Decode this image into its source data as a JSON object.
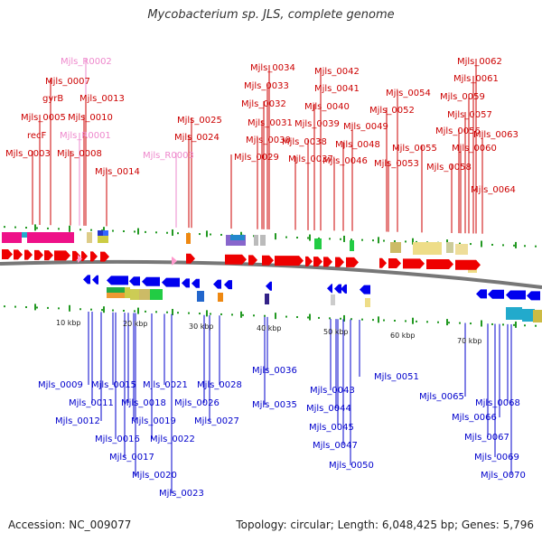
{
  "title": "Mycobacterium sp. JLS, complete genome",
  "footer": {
    "accession": "Accession: NC_009077",
    "stats": "Topology: circular; Length: 6,048,425 bp; Genes: 5,796"
  },
  "colors": {
    "top_label": "#cc0000",
    "rna_label": "#ee88cc",
    "bottom_label": "#0000cc",
    "forward_gene": "#ee0000",
    "reverse_gene": "#0000ee",
    "rna_gene": "#ff99cc",
    "backbone": "#777777",
    "tick": "#229922"
  },
  "top_labels": [
    {
      "text": "Mjls_R0002",
      "rna": true
    },
    {
      "text": "Mjls_0007",
      "rna": false
    },
    {
      "text": "gyrB",
      "rna": false
    },
    {
      "text": "Mjls_0013",
      "rna": false
    },
    {
      "text": "Mjls_0005",
      "rna": false
    },
    {
      "text": "Mjls_0010",
      "rna": false
    },
    {
      "text": "recF",
      "rna": false
    },
    {
      "text": "Mjls_R0001",
      "rna": true
    },
    {
      "text": "Mjls_0003",
      "rna": false
    },
    {
      "text": "Mjls_0008",
      "rna": false
    },
    {
      "text": "Mjls_0014",
      "rna": false
    },
    {
      "text": "Mjls_0025",
      "rna": false
    },
    {
      "text": "Mjls_0024",
      "rna": false
    },
    {
      "text": "Mjls_R0003",
      "rna": true
    },
    {
      "text": "Mjls_0034",
      "rna": false
    },
    {
      "text": "Mjls_0033",
      "rna": false
    },
    {
      "text": "Mjls_0032",
      "rna": false
    },
    {
      "text": "Mjls_0031",
      "rna": false
    },
    {
      "text": "Mjls_0030",
      "rna": false
    },
    {
      "text": "Mjls_0029",
      "rna": false
    },
    {
      "text": "Mjls_0042",
      "rna": false
    },
    {
      "text": "Mjls_0041",
      "rna": false
    },
    {
      "text": "Mjls_0040",
      "rna": false
    },
    {
      "text": "Mjls_0039",
      "rna": false
    },
    {
      "text": "Mjls_0038",
      "rna": false
    },
    {
      "text": "Mjls_0037",
      "rna": false
    },
    {
      "text": "Mjls_0049",
      "rna": false
    },
    {
      "text": "Mjls_0048",
      "rna": false
    },
    {
      "text": "Mjls_0046",
      "rna": false
    },
    {
      "text": "Mjls_0054",
      "rna": false
    },
    {
      "text": "Mjls_0052",
      "rna": false
    },
    {
      "text": "Mjls_0055",
      "rna": false
    },
    {
      "text": "Mjls_0053",
      "rna": false
    },
    {
      "text": "Mjls_0062",
      "rna": false
    },
    {
      "text": "Mjls_0061",
      "rna": false
    },
    {
      "text": "Mjls_0059",
      "rna": false
    },
    {
      "text": "Mjls_0057",
      "rna": false
    },
    {
      "text": "Mjls_0056",
      "rna": false
    },
    {
      "text": "Mjls_0060",
      "rna": false
    },
    {
      "text": "Mjls_0058",
      "rna": false
    },
    {
      "text": "Mjls_0063",
      "rna": false
    },
    {
      "text": "Mjls_0064",
      "rna": false
    }
  ],
  "bottom_labels": [
    "Mjls_0009",
    "Mjls_0011",
    "Mjls_0012",
    "Mjls_0015",
    "Mjls_0018",
    "Mjls_0016",
    "Mjls_0017",
    "Mjls_0019",
    "Mjls_0021",
    "Mjls_0020",
    "Mjls_0022",
    "Mjls_0023",
    "Mjls_0026",
    "Mjls_0027",
    "Mjls_0028",
    "Mjls_0036",
    "Mjls_0035",
    "Mjls_0043",
    "Mjls_0044",
    "Mjls_0045",
    "Mjls_0047",
    "Mjls_0050",
    "Mjls_0051",
    "Mjls_0065",
    "Mjls_0066",
    "Mjls_0068",
    "Mjls_0067",
    "Mjls_0069",
    "Mjls_0070"
  ],
  "scale_labels": [
    "10 kbp",
    "20 kbp",
    "30 kbp",
    "40 kbp",
    "50 kbp",
    "60 kbp",
    "70 kbp"
  ]
}
